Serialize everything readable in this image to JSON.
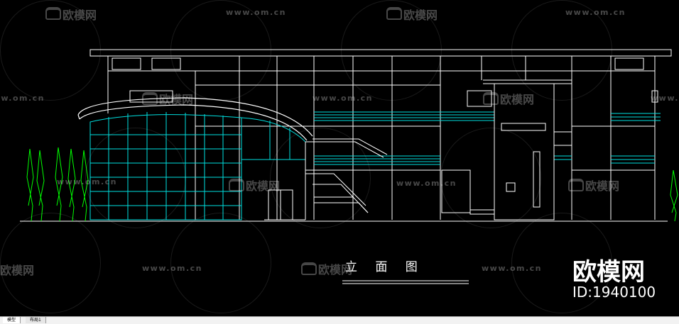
{
  "watermark": {
    "brand": "欧模网",
    "url": "www.om.cn"
  },
  "drawing": {
    "title": "立 面 图"
  },
  "corner": {
    "brand": "欧模网",
    "id": "ID:1940100"
  },
  "tabs": [
    {
      "label": "模型",
      "active": true
    },
    {
      "label": "布局1",
      "active": false
    }
  ],
  "colors": {
    "background": "#000000",
    "line_white": "#ffffff",
    "line_cyan": "#00e0e0",
    "line_green": "#00ff00",
    "tabbar": "#f2f2f2"
  }
}
